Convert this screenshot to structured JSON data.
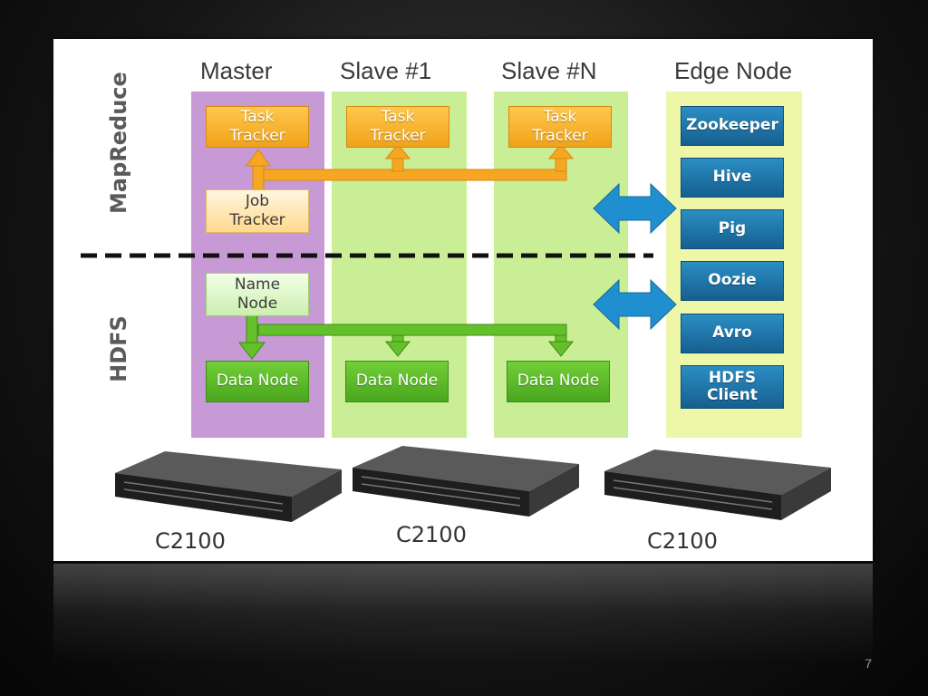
{
  "columns": {
    "master": "Master",
    "slave1": "Slave #1",
    "slaveN": "Slave #N",
    "edge": "Edge Node"
  },
  "side_labels": {
    "mapreduce": "MapReduce",
    "hdfs": "HDFS"
  },
  "mapreduce": {
    "task_tracker": "Task\nTracker",
    "job_tracker": "Job\nTracker"
  },
  "hdfs": {
    "name_node": "Name\nNode",
    "data_node": "Data Node"
  },
  "edge_components": [
    "Zookeeper",
    "Hive",
    "Pig",
    "Oozie",
    "Avro",
    "HDFS\nClient"
  ],
  "servers": [
    "C2100",
    "C2100",
    "C2100"
  ],
  "page_number": "7",
  "colors": {
    "master_column": "#c79ad6",
    "slave_column": "#c9ee95",
    "edge_column": "#eef6a8",
    "task_tracker": "#f0a21a",
    "data_node": "#4aa61d",
    "edge_component": "#165f8f",
    "bidirectional_arrow": "#1f8fd0"
  }
}
